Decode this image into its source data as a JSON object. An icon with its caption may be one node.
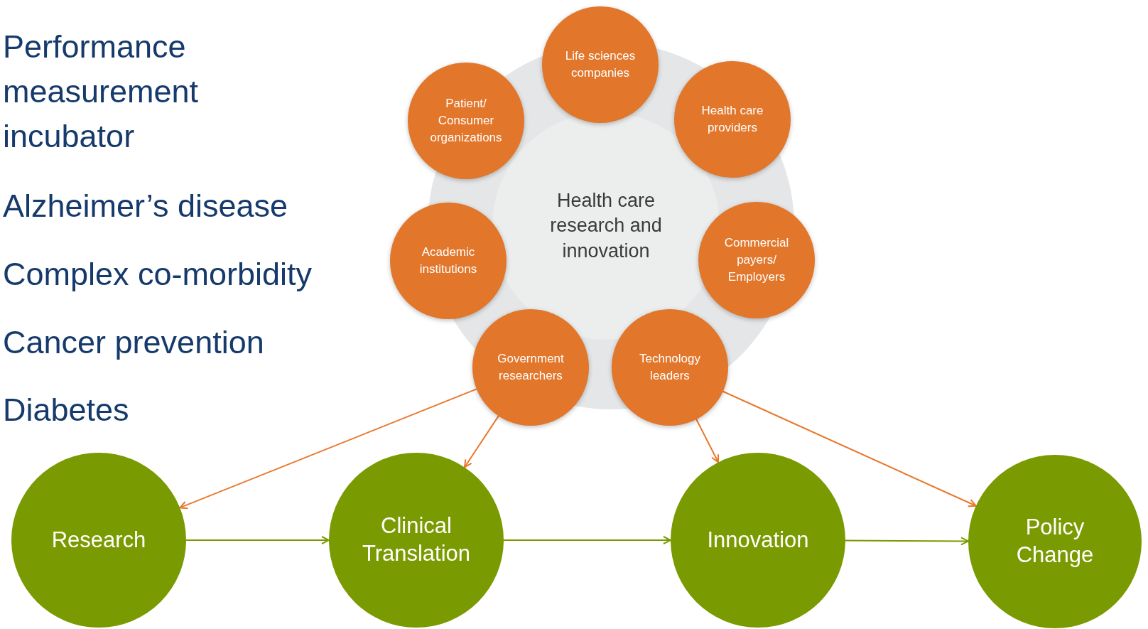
{
  "diagram": {
    "nodes": [
      {
        "text": [
          "Health care research and innovation"
        ]
      },
      {
        "text": [
          "Patient/ Consumer organizations"
        ]
      },
      {
        "text": [
          "Life sciences companies"
        ]
      },
      {
        "text": [
          "Health care providers"
        ]
      },
      {
        "text": [
          "Academic institutions"
        ]
      },
      {
        "text": [
          "Commercial payers/ Employers"
        ]
      },
      {
        "text": [
          "Government researchers"
        ]
      },
      {
        "text": [
          "Technology leaders"
        ]
      },
      {
        "text": [
          "Research"
        ]
      },
      {
        "text": [
          "Clinical Translation"
        ]
      },
      {
        "text": [
          "Innovation"
        ]
      },
      {
        "text": [
          "Policy Change"
        ]
      }
    ],
    "edges": [
      {
        "from": 6,
        "to": 8,
        "arrow": "to"
      },
      {
        "from": 6,
        "to": 9,
        "arrow": "to"
      },
      {
        "from": 7,
        "to": 10,
        "arrow": "to"
      },
      {
        "from": 7,
        "to": 11,
        "arrow": "to"
      },
      {
        "from": 8,
        "to": 9,
        "arrow": "to",
        "color": "#7a9a01"
      },
      {
        "from": 9,
        "to": 10,
        "arrow": "to",
        "color": "#7a9a01"
      },
      {
        "from": 10,
        "to": 11,
        "arrow": "to",
        "color": "#7a9a01"
      }
    ],
    "labels": [
      "Performance measurement incubator",
      "Alzheimer’s disease",
      "Complex co-morbidity",
      "Cancer prevention",
      "Diabetes"
    ]
  }
}
